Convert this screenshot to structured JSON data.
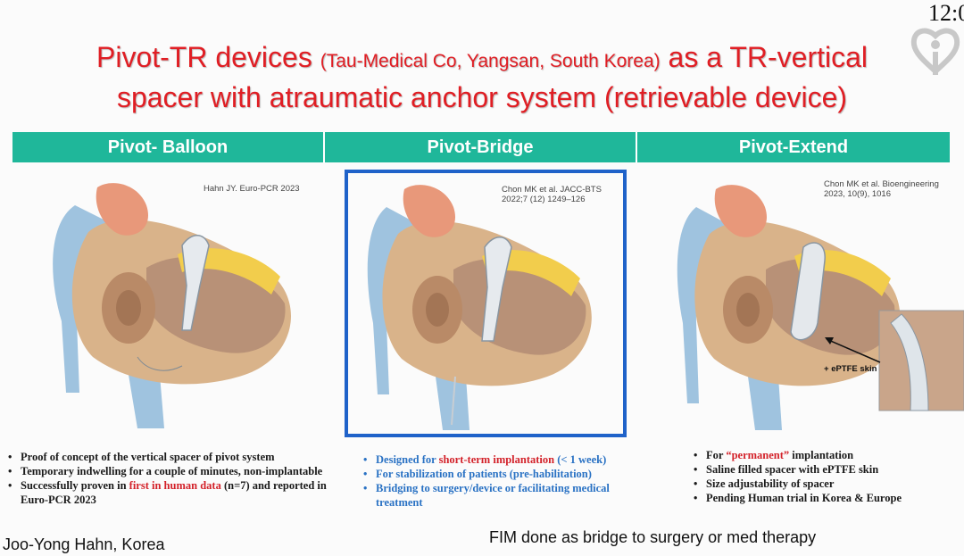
{
  "title": {
    "part1": "Pivot-TR devices ",
    "part2": "(Tau-Medical Co, Yangsan, South Korea)",
    "part3": " as a TR-vertical",
    "line2": "spacer with atraumatic anchor system (retrievable device)"
  },
  "clock": "12:0",
  "logo": "logo-icon",
  "columns": [
    {
      "header": "Pivot- Balloon",
      "reference": [
        "Hahn JY. Euro-PCR 2023"
      ],
      "bullets": [
        {
          "text": "Proof of concept of the vertical spacer of pivot system"
        },
        {
          "text": "Temporary indwelling for a couple of minutes, non-implantable"
        },
        {
          "pre": "Successfully proven in ",
          "red": "first in human data",
          "post": "  (n=7) and reported in Euro-PCR 2023"
        }
      ]
    },
    {
      "header": "Pivot-Bridge",
      "reference": [
        "Chon MK et al. JACC-BTS",
        "2022;7 (12) 1249–126"
      ],
      "bullets": [
        {
          "pre": "Designed for ",
          "red": "short-term implantation",
          "post": " (< 1 week)"
        },
        {
          "text": "For stabilization of patients (pre-habilitation)"
        },
        {
          "text": "Bridging to surgery/device or facilitating medical treatment"
        }
      ]
    },
    {
      "header": "Pivot-Extend",
      "reference": [
        "Chon MK et al. Bioengineering",
        "2023, 10(9), 1016"
      ],
      "inset_label": "ePTFE skin",
      "bullets": [
        {
          "pre": "For ",
          "red": "“permanent”",
          "post": " implantation"
        },
        {
          "text": "Saline filled spacer with ePTFE skin"
        },
        {
          "text": "Size adjustability of spacer"
        },
        {
          "text": "Pending Human trial in Korea & Europe"
        }
      ]
    }
  ],
  "footer": {
    "speaker": "Joo-Yong Hahn, Korea",
    "caption": "FIM done as bridge to surgery or med therapy"
  },
  "colors": {
    "title": "#e01e24",
    "header_bg": "#1fb79a",
    "highlight": "#1f62c9",
    "blue_text": "#2a72c4"
  }
}
